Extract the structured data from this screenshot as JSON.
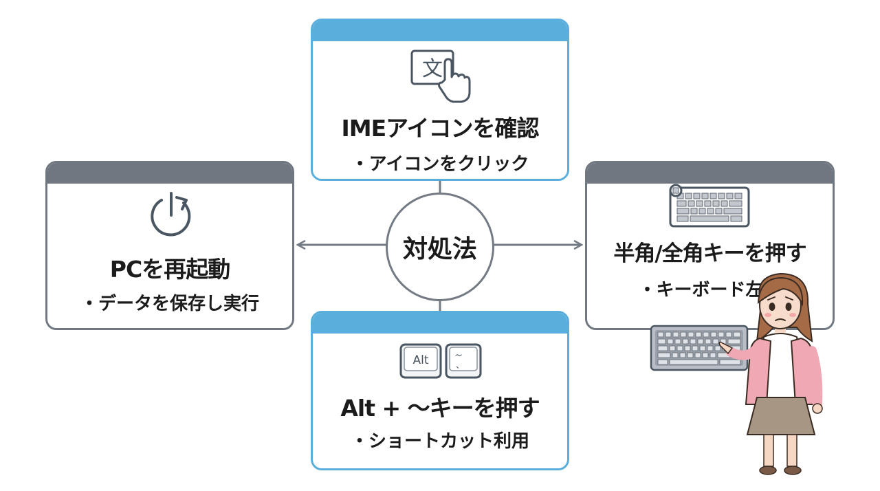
{
  "center": {
    "label": "対処法"
  },
  "nodes": {
    "top": {
      "title": "IMEアイコンを確認",
      "sub": "・アイコンをクリック",
      "icon": "ime-character-click-icon",
      "icon_char": "文"
    },
    "left": {
      "title": "PCを再起動",
      "sub": "・データを保存し実行",
      "icon": "power-restart-icon"
    },
    "right": {
      "title": "半角/全角キーを押す",
      "sub": "・キーボード左上",
      "icon": "keyboard-icon"
    },
    "bottom": {
      "title": "Alt + ～キーを押す",
      "sub": "・ショートカット利用",
      "icon": "alt-tilde-keys-icon",
      "key_alt": "Alt",
      "key_tilde": "~",
      "key_tilde_lower": "、"
    }
  },
  "colors": {
    "accent_blue": "#5aaedc",
    "accent_gray": "#707780",
    "line": "#737a83"
  }
}
